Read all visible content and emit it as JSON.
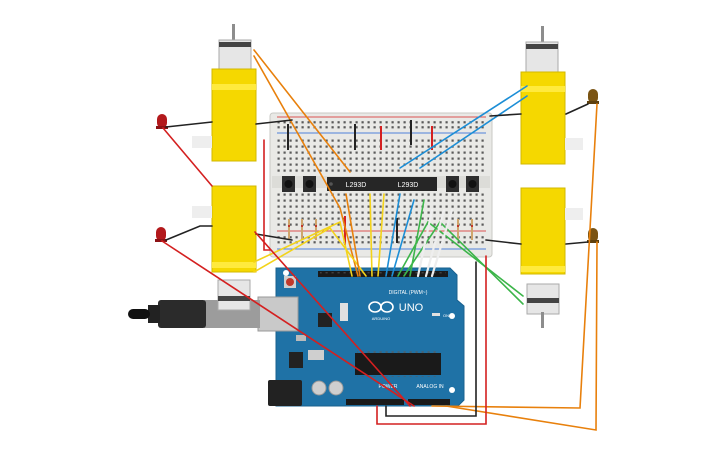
{
  "canvas": {
    "background": "#ffffff"
  },
  "colors": {
    "motor_yellow": "#f5d800",
    "board_blue": "#1f72a6",
    "board_blue_dark": "#18618f",
    "breadboard": "#e9e9e6",
    "chip": "#262626",
    "wire_orange": "#e8800c",
    "wire_blue": "#1c8ed6",
    "wire_green": "#3cb54a",
    "wire_yellow": "#f3d31a",
    "wire_red": "#d42020",
    "wire_black": "#222222",
    "wire_white": "#eeeeee",
    "led_red": "#b3191c",
    "led_brown": "#7a5413"
  },
  "chips": [
    {
      "label": "L293D"
    },
    {
      "label": "L293D"
    }
  ],
  "arduino": {
    "model": "UNO",
    "brand": "ARDUINO",
    "digital_label": "DIGITAL (PWM~)",
    "power_label": "POWER",
    "analog_label": "ANALOG IN",
    "on_label": "ON",
    "icons": [
      "arduino-infinity-logo",
      "reset-button",
      "usb-port",
      "power-jack"
    ]
  },
  "components": {
    "motors": [
      "motor-front-left",
      "motor-rear-left",
      "motor-front-right",
      "motor-rear-right"
    ],
    "leds": [
      "led-left-top-red",
      "led-left-bottom-red",
      "led-right-top-brown",
      "led-right-bottom-brown"
    ],
    "cable": "usb-cable"
  }
}
